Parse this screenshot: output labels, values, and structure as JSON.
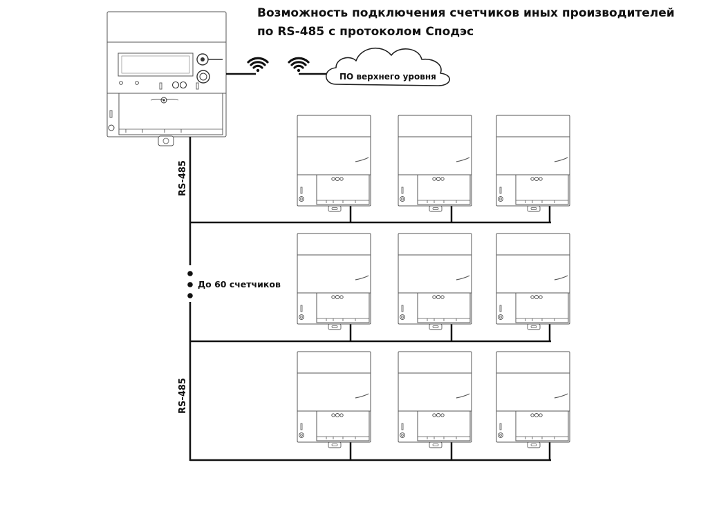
{
  "title": {
    "line1": "Возможность подключения счетчиков иных производителей",
    "line2": "по RS-485 с протоколом Сподэс"
  },
  "cloud": {
    "label": "ПО верхнего уровня"
  },
  "bus": {
    "label_top": "RS-485",
    "label_bottom": "RS-485",
    "count_label": "До 60 счетчиков"
  },
  "devices": {
    "controller": {
      "icon": "controller-meter-icon"
    },
    "meter_icon": "electricity-meter-icon",
    "rows": 3,
    "meters_per_row": 3,
    "wireless_icon": "wifi-icon"
  },
  "colors": {
    "line": "#111111",
    "outline": "#555555",
    "background": "#ffffff"
  }
}
